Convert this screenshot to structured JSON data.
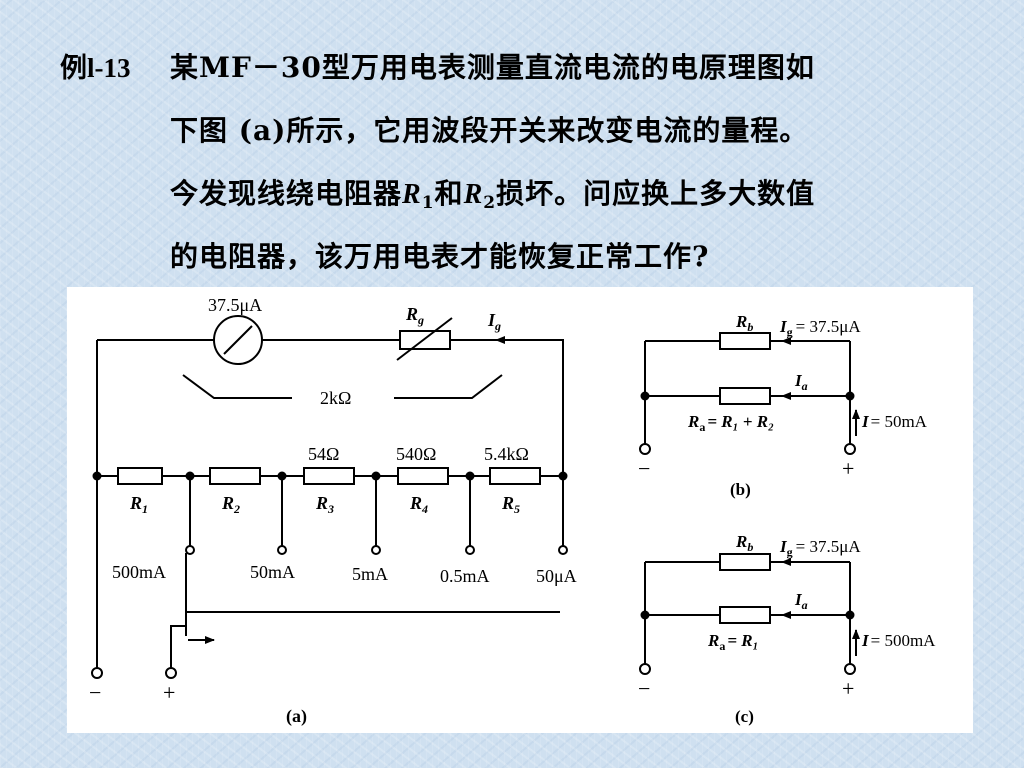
{
  "problem": {
    "number": "例l-13",
    "line1": "某MF－30型万用电表测量直流电流的电原理图如",
    "line2": "下图 (a)所示，它用波段开关来改变电流的量程。",
    "line3_pre": "今发现线绕电阻器",
    "line3_r": "R",
    "line3_r1_sub": "1",
    "line3_and": "和",
    "line3_r2_sub": "2",
    "line3_post": "损坏。问应换上多大数值",
    "line4": "的电阻器，该万用电表才能恢复正常工作?"
  },
  "figure_a": {
    "meter_label": "37.5μA",
    "rg_label": "R",
    "rg_sub": "g",
    "ig_label": "I",
    "ig_sub": "g",
    "pot_label": "2kΩ",
    "resistors": [
      {
        "name": "R",
        "sub": "1",
        "value": ""
      },
      {
        "name": "R",
        "sub": "2",
        "value": ""
      },
      {
        "name": "R",
        "sub": "3",
        "value": "54Ω"
      },
      {
        "name": "R",
        "sub": "4",
        "value": "540Ω"
      },
      {
        "name": "R",
        "sub": "5",
        "value": "5.4kΩ"
      }
    ],
    "taps": [
      "500mA",
      "50mA",
      "5mA",
      "0.5mA",
      "50μA"
    ],
    "minus": "−",
    "plus": "+",
    "caption": "(a)"
  },
  "figure_b": {
    "rb_label": "R",
    "rb_sub": "b",
    "ig_text": "= 37.5μA",
    "ia_sub": "a",
    "ra_formula": "= R₁ + R₂",
    "i_text": "= 50mA",
    "caption": "(b)"
  },
  "figure_c": {
    "rb_label": "R",
    "rb_sub": "b",
    "ig_text": "= 37.5μA",
    "ia_sub": "a",
    "ra_formula": "= R₁",
    "i_text": "= 500mA",
    "caption": "(c)"
  },
  "colors": {
    "background": "#cfe0f0",
    "wire": "#000000",
    "figure_bg": "#ffffff"
  }
}
